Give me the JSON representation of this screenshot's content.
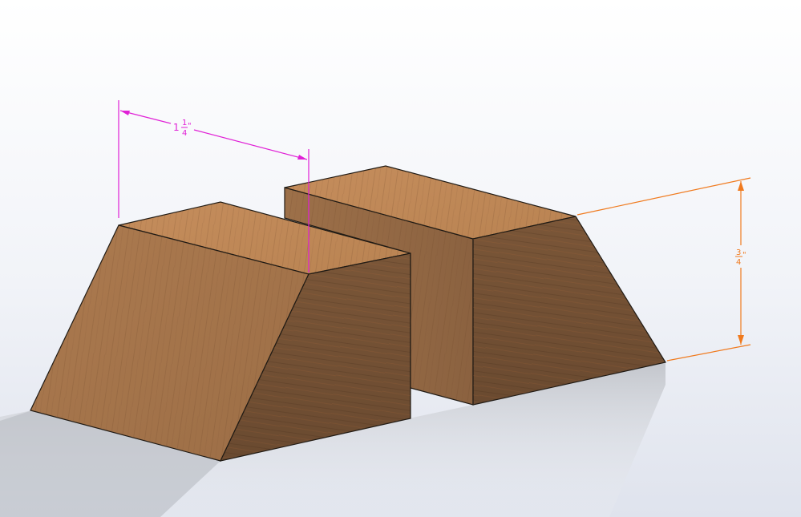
{
  "scene": {
    "background_top": "#ffffff",
    "background_bottom": "#d9dee9",
    "floor_reflection": "#c9cbd1",
    "wood_light": "#c99363",
    "wood_mid": "#b27d52",
    "wood_dark": "#7e5a3b",
    "edge_color": "#1f1a14"
  },
  "dimensions": {
    "width_dim": {
      "whole": "1",
      "numerator": "1",
      "denominator": "4",
      "unit": "\"",
      "color": "#e020d6"
    },
    "height_dim": {
      "numerator": "3",
      "denominator": "4",
      "unit": "\"",
      "color": "#f07a1e"
    }
  }
}
